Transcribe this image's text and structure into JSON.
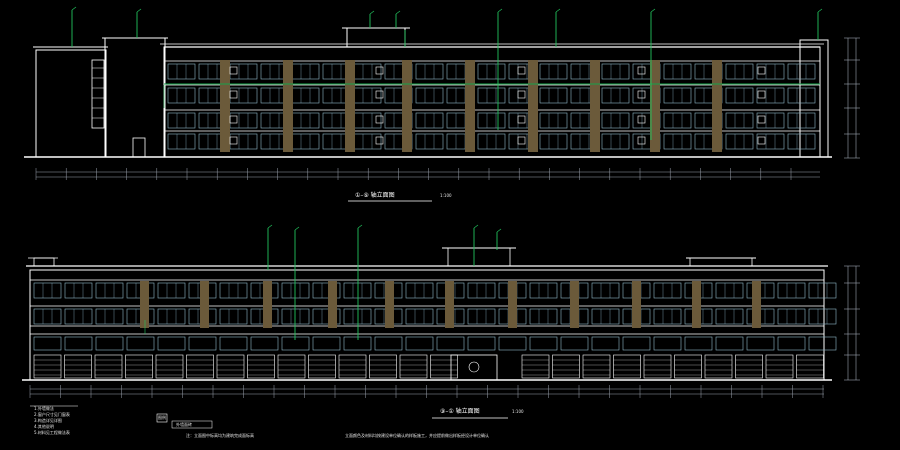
{
  "drawing": {
    "colors": {
      "background": "#000000",
      "outline": "#ffffff",
      "window_frame": "#8fb8c8",
      "leader": "#22c55e",
      "dimension": "#9ca3af",
      "panel": "#6b5a3a",
      "green_band": "#16a34a"
    },
    "top_elevation": {
      "title": "①–⑨ 轴立面图",
      "scale": "1:100",
      "floors": 4
    },
    "bottom_elevation": {
      "title": "⑨–① 轴立面图",
      "scale": "1:100",
      "floors": 4
    },
    "notes": {
      "legend_items": [
        "1.外墙做法",
        "2.窗户尺寸见门窗表",
        "3.构造详见详图",
        "4.其他说明",
        "5.材料见工程做法表"
      ],
      "box_label": "图例",
      "box_text": "外墙面砖",
      "bottom_note": "注：立面图中标高均为建筑完成面标高",
      "bottom_note_long": "立面颜色及材料均按建设单位确认的样板施工，并应提前做出样板经设计单位确认"
    }
  }
}
